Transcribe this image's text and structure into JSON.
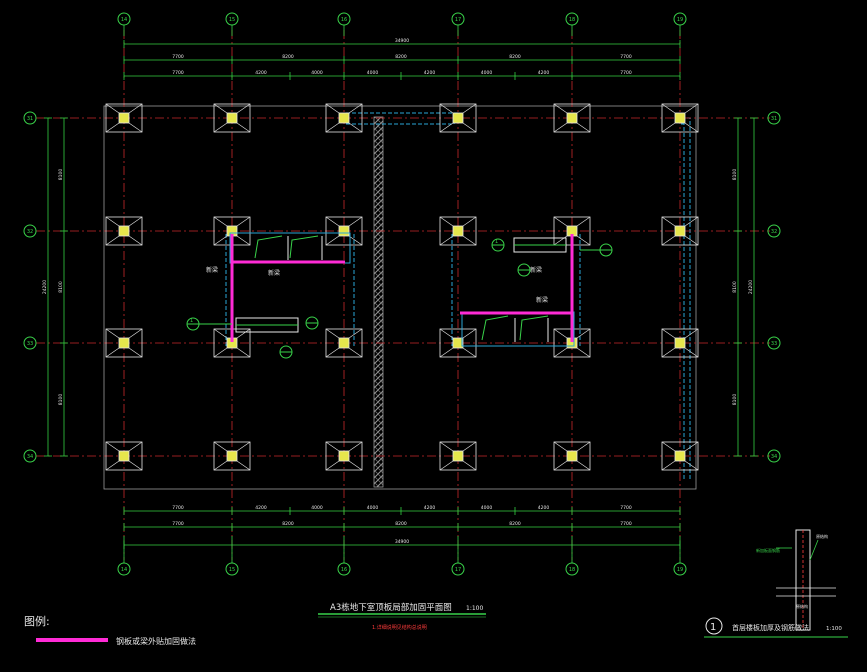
{
  "drawing": {
    "grid": {
      "columns": [
        "14",
        "15",
        "16",
        "17",
        "18",
        "19"
      ],
      "rows": [
        "31",
        "32",
        "33",
        "34"
      ]
    },
    "dims": {
      "top_total": "34900",
      "top_segments": [
        "7700",
        "8200",
        "8200",
        "8200",
        "7700"
      ],
      "top_sub": [
        "7700",
        "4200",
        "4000",
        "4000",
        "4200",
        "4000",
        "4200",
        "7700"
      ],
      "bottom_sub": [
        "7700",
        "4200",
        "4000",
        "4000",
        "4200",
        "4000",
        "4200",
        "7700"
      ],
      "bottom_segments": [
        "7700",
        "8200",
        "8200",
        "8200",
        "7700"
      ],
      "bottom_total": "34900",
      "left_total": "24200",
      "left_segments": [
        "8100",
        "8100",
        "8100"
      ],
      "right_total": "24200",
      "right_segments": [
        "8100",
        "8100",
        "8100"
      ]
    },
    "callouts": {
      "beam_a": "新梁",
      "beam_b": "新梁",
      "wall_a": "新梁",
      "wall_b": "新梁",
      "tag_a": "1",
      "tag_b": "1"
    },
    "title": {
      "main": "A3栋地下室顶板局部加固平面图",
      "scale": "1:100",
      "note": "1.详细说明见结构总说明"
    },
    "legend": {
      "heading": "图例:",
      "item_label": "钢板或梁外贴加固做法"
    },
    "detail": {
      "number": "1",
      "title": "首层楼板加厚及钢筋做法",
      "scale": "1:100",
      "label_left": "新加板面钢筋",
      "label_right": "原结构",
      "label_bottom": "原结构"
    },
    "colors": {
      "background": "#000000",
      "axis_line": "#c8282b",
      "grid_bubble": "#39d34a",
      "dim_line": "#34d040",
      "column": "#e8e8e8",
      "column_core": "#e6e64c",
      "wall": "#b9b9b9",
      "beam_blue": "#2aa6d6",
      "reinforce": "#ff2bd6",
      "text": "#e8e8e8",
      "cyan": "#36c3d6"
    }
  }
}
